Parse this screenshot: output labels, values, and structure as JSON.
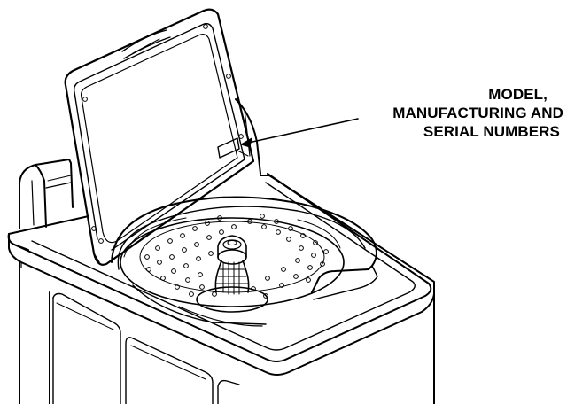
{
  "callout": {
    "line1": "MODEL,",
    "line2": "MANUFACTURING AND",
    "line3": "SERIAL NUMBERS"
  },
  "colors": {
    "ink": "#000000",
    "paper": "#ffffff"
  }
}
